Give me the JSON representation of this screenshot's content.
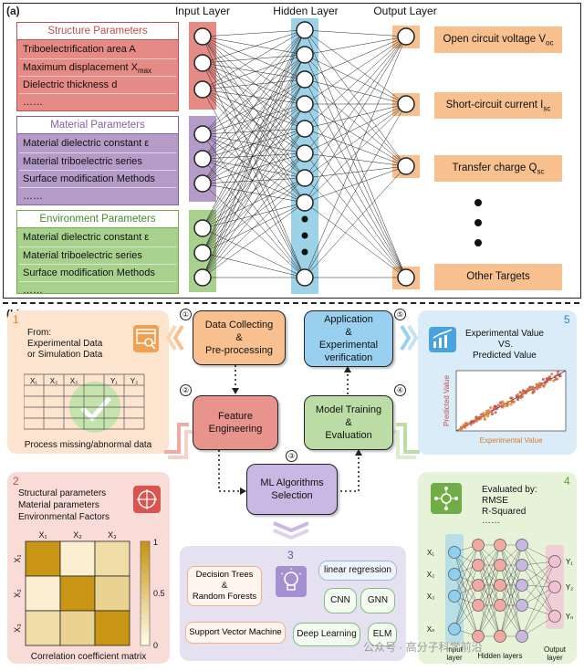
{
  "panel_a": {
    "label": "(a)",
    "input_layer": "Input Layer",
    "hidden_layer": "Hidden Layer",
    "output_layer": "Output Layer",
    "groups": [
      {
        "title": "Structure Parameters",
        "items": [
          "Triboelectrification area A",
          "Maximum displacement X",
          "Dielectric thickness d",
          "……"
        ],
        "subscript": "max",
        "color": "#e58a85",
        "border": "#c0504d"
      },
      {
        "title": "Material Parameters",
        "items": [
          "Material dielectric constant ε",
          "Material triboelectric series",
          "Surface modification Methods",
          "……"
        ],
        "color": "#b49bc8",
        "border": "#8064a2"
      },
      {
        "title": "Environment Parameters",
        "items": [
          "Material dielectric constant ε",
          "Material triboelectric series",
          "Surface modification Methods",
          "……"
        ],
        "color": "#a9d18e",
        "border": "#70ad47"
      }
    ],
    "outputs": [
      {
        "label": "Open circuit voltage V",
        "sub": "oc"
      },
      {
        "label": "Short-circuit current I",
        "sub": "sc"
      },
      {
        "label": "Transfer charge Q",
        "sub": "sc"
      },
      {
        "label": "Other Targets",
        "sub": ""
      }
    ]
  },
  "panel_b": {
    "label": "(b)",
    "steps": [
      {
        "num": "①",
        "text": [
          "Data Collecting",
          "&",
          "Pre-processing"
        ]
      },
      {
        "num": "②",
        "text": [
          "Feature",
          "Engineering"
        ]
      },
      {
        "num": "③",
        "text": [
          "ML Algorithms",
          "Selection"
        ]
      },
      {
        "num": "④",
        "text": [
          "Model Training",
          "&",
          "Evaluation"
        ]
      },
      {
        "num": "⑤",
        "text": [
          "Application",
          "&",
          "Experimental",
          "verification"
        ]
      }
    ],
    "card1": {
      "num": "1",
      "text": [
        "From:",
        "Experimental Data",
        "or Simulation Data"
      ],
      "table_headers": [
        "X₁",
        "X₂",
        "X₃",
        "Y₁",
        "Y₂"
      ],
      "caption": "Process missing/abnormal data"
    },
    "card2": {
      "num": "2",
      "text": [
        "Structural parameters",
        "Material parameters",
        "Environmental Factors"
      ],
      "x_ticks": [
        "X₁",
        "X₂",
        "X₃"
      ],
      "y_ticks": [
        "X₁",
        "X₂",
        "X₃"
      ],
      "cbar": [
        "1",
        "0.5",
        "0"
      ],
      "matrix": [
        [
          1.0,
          0.1,
          0.3
        ],
        [
          0.1,
          1.0,
          0.4
        ],
        [
          0.3,
          0.4,
          1.0
        ]
      ],
      "caption": "Correlation coefficient matrix"
    },
    "card3": {
      "num": "3",
      "algos": [
        "Decision Trees",
        "&",
        "Random Forests",
        "Support Vector Machine",
        "linear regression",
        "CNN",
        "GNN",
        "Deep Learning",
        "ELM"
      ]
    },
    "card4": {
      "num": "4",
      "text": [
        "Evaluated by:",
        "RMSE",
        "R-Squared",
        "……"
      ],
      "nodes_in": [
        "X₁",
        "X₂",
        "X₃",
        "Xₙ"
      ],
      "nodes_out": [
        "Y₁",
        "Y₂",
        "Yₙ"
      ],
      "layers": [
        "Input",
        "layer",
        "Hidden layers",
        "Output",
        "layer"
      ]
    },
    "card5": {
      "num": "5",
      "text": [
        "Experimental Value",
        "VS.",
        "Predicted Value"
      ],
      "ylabel": "Predicted Value",
      "xlabel": "Experimental Value"
    },
    "watermark": "公众号 · 高分子科学前沿"
  }
}
